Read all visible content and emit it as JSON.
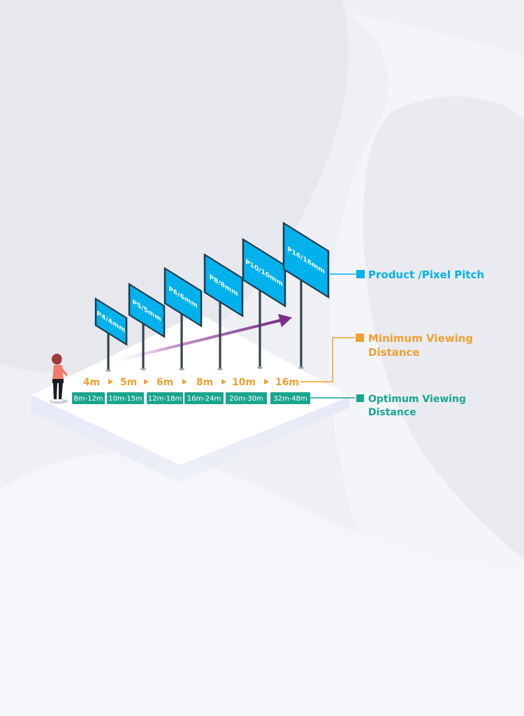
{
  "colors": {
    "screen": "#00b1ec",
    "screen_border": "#1f3a4d",
    "pole": "#33434f",
    "orange": "#f0a034",
    "teal": "#1aa58f",
    "arrow": "#7b2f8a",
    "platform_top": "#ffffff",
    "platform_side": "#e4e5f7"
  },
  "screens": [
    "P4/4mm",
    "P5/5mm",
    "P6/6mm",
    "P8/8mm",
    "P10/10mm",
    "P16/16mm"
  ],
  "min_distances": [
    "4m",
    "5m",
    "6m",
    "8m",
    "10m",
    "16m"
  ],
  "optimum_distances": [
    "8m-12m",
    "10m-15m",
    "12m-18m",
    "16m-24m",
    "20m-30m",
    "32m-48m"
  ],
  "legend": {
    "pixel_pitch": "Product /Pixel Pitch",
    "min_viewing_line1": "Minimum Viewing",
    "min_viewing_line2": "Distance",
    "optimum_viewing_line1": "Optimum Viewing",
    "optimum_viewing_line2": "Distance"
  }
}
